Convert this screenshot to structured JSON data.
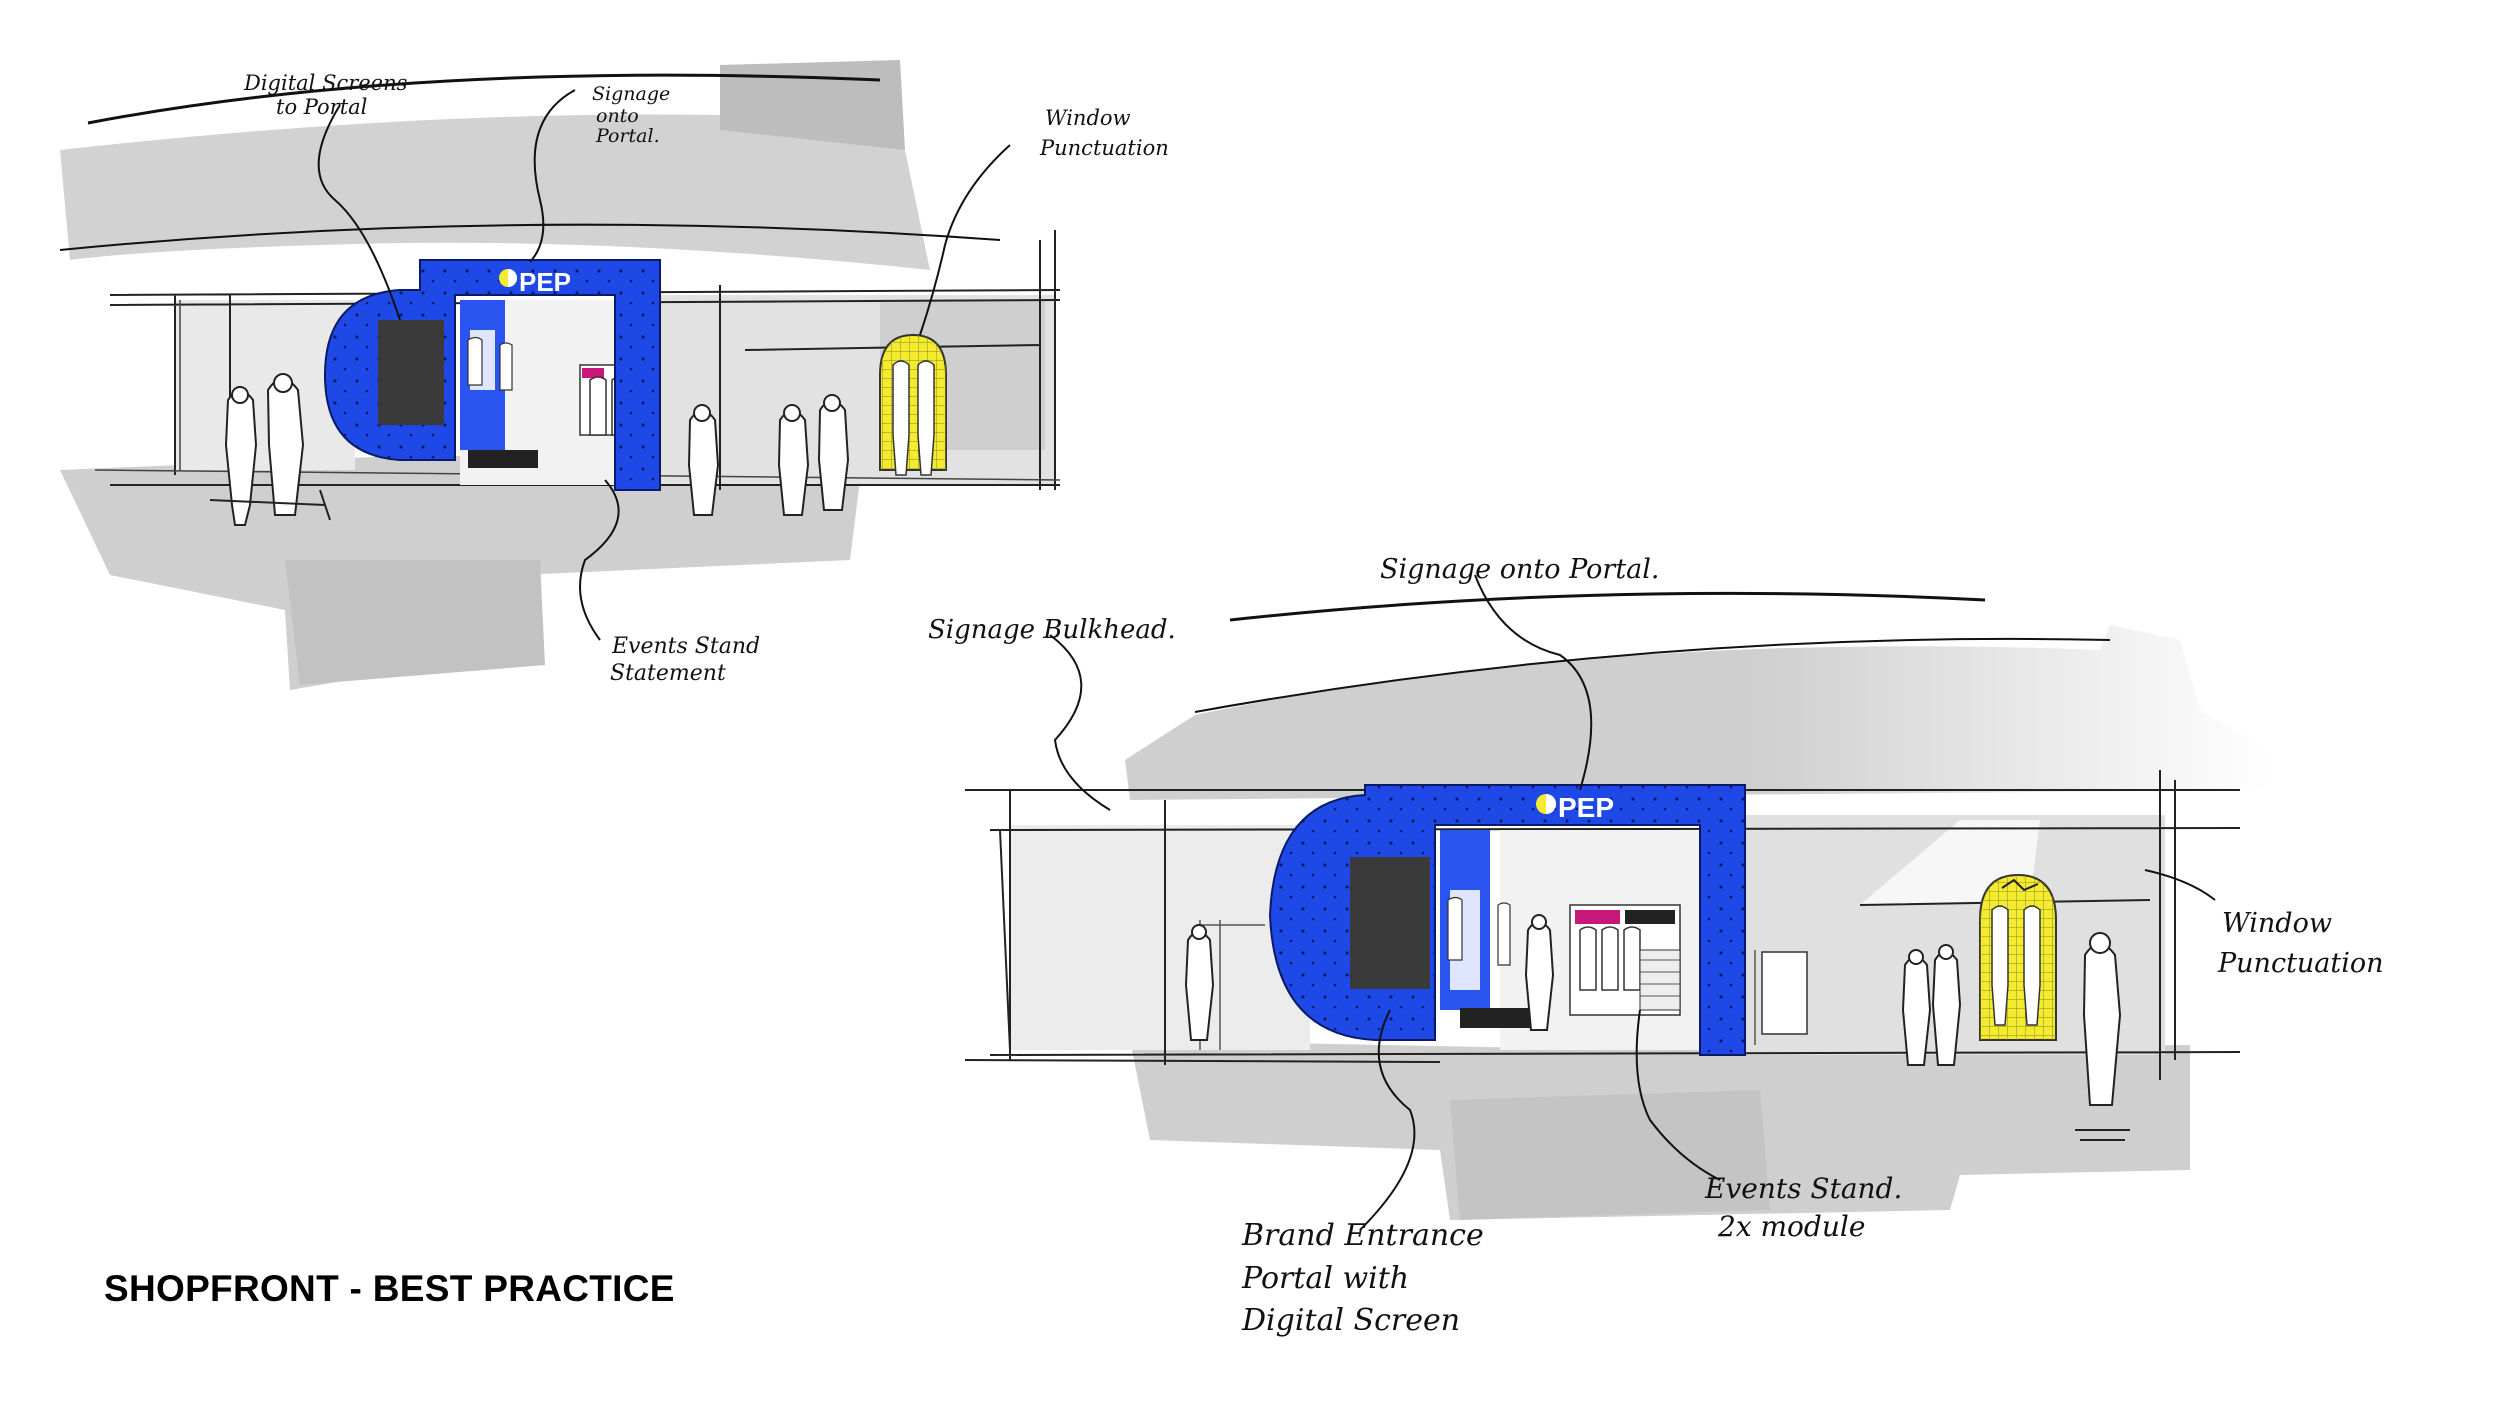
{
  "title": "SHOPFRONT - BEST PRACTICE",
  "colors": {
    "portal_blue": "#1f49e6",
    "punctuation_yellow": "#f4ea2e",
    "accent_magenta": "#c8167a",
    "marker_grey": "#cfcfcf",
    "ink": "#111111"
  },
  "sketch_top": {
    "brand_sign": "PEP",
    "annotations": {
      "digital_screens": [
        "Digital Screens",
        "to Portal"
      ],
      "signage_portal": [
        "Signage",
        "onto",
        "Portal."
      ],
      "window_punctuation": [
        "Window",
        "Punctuation"
      ],
      "events_stand": [
        "Events Stand",
        "Statement"
      ]
    }
  },
  "sketch_bottom": {
    "brand_sign": "PEP",
    "annotations": {
      "signage_bulkhead": [
        "Signage Bulkhead."
      ],
      "signage_portal": [
        "Signage onto Portal."
      ],
      "window_punctuation": [
        "Window",
        "Punctuation"
      ],
      "brand_entrance": [
        "Brand Entrance",
        "Portal with",
        "Digital Screen"
      ],
      "events_stand": [
        "Events Stand.",
        "2x module"
      ]
    }
  }
}
